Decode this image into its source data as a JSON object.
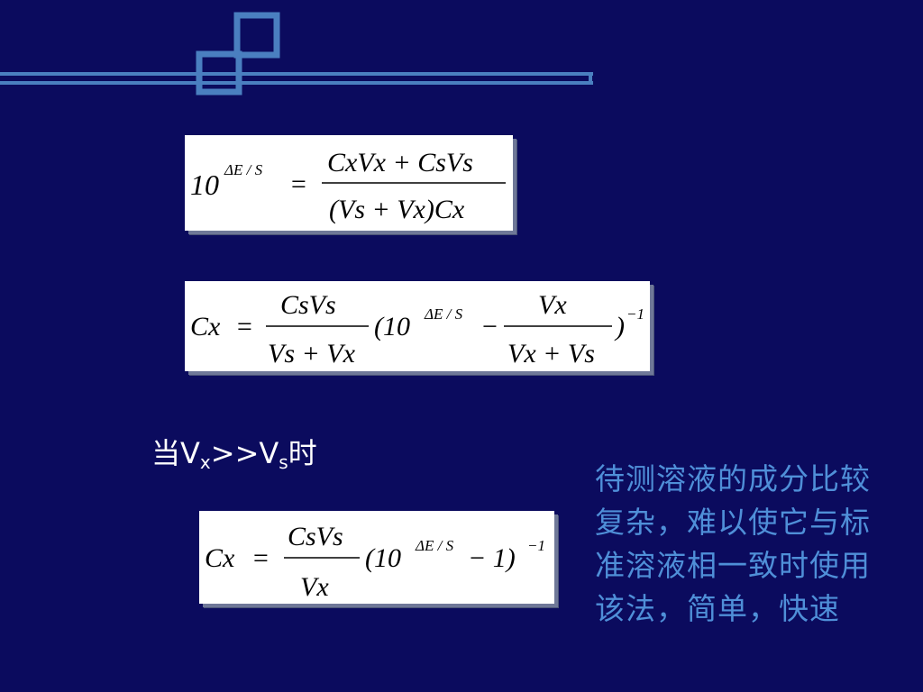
{
  "equations": {
    "eq1": {
      "lhs": "10",
      "exponent": "ΔE / S",
      "equals": "=",
      "numerator": "CxVx + CsVs",
      "denominator": "(Vs + Vx)Cx"
    },
    "eq2": {
      "lhs": "Cx",
      "equals": "=",
      "frac1_num": "CsVs",
      "frac1_den": "Vs + Vx",
      "open": "(10",
      "exponent": "ΔE / S",
      "minus": "−",
      "frac2_num": "Vx",
      "frac2_den": "Vx + Vs",
      "close": ")",
      "outer_exp": "−1"
    },
    "eq3": {
      "lhs": "Cx",
      "equals": "=",
      "frac_num": "CsVs",
      "frac_den": "Vx",
      "open": "(10",
      "exponent": "ΔE / S",
      "tail": "− 1)",
      "outer_exp": "−1"
    }
  },
  "condition": {
    "prefix": "当V",
    "sub1": "x",
    "middle": ">>V",
    "sub2": "s",
    "suffix": "时"
  },
  "note": "待测溶液的成分比较复杂，难以使它与标准溶液相一致时使用该法，简单，快速",
  "colors": {
    "background": "#0b0b5e",
    "decoration": "#4a7fc0",
    "note_text": "#4f8fd8",
    "condition_text": "#ffffff"
  }
}
